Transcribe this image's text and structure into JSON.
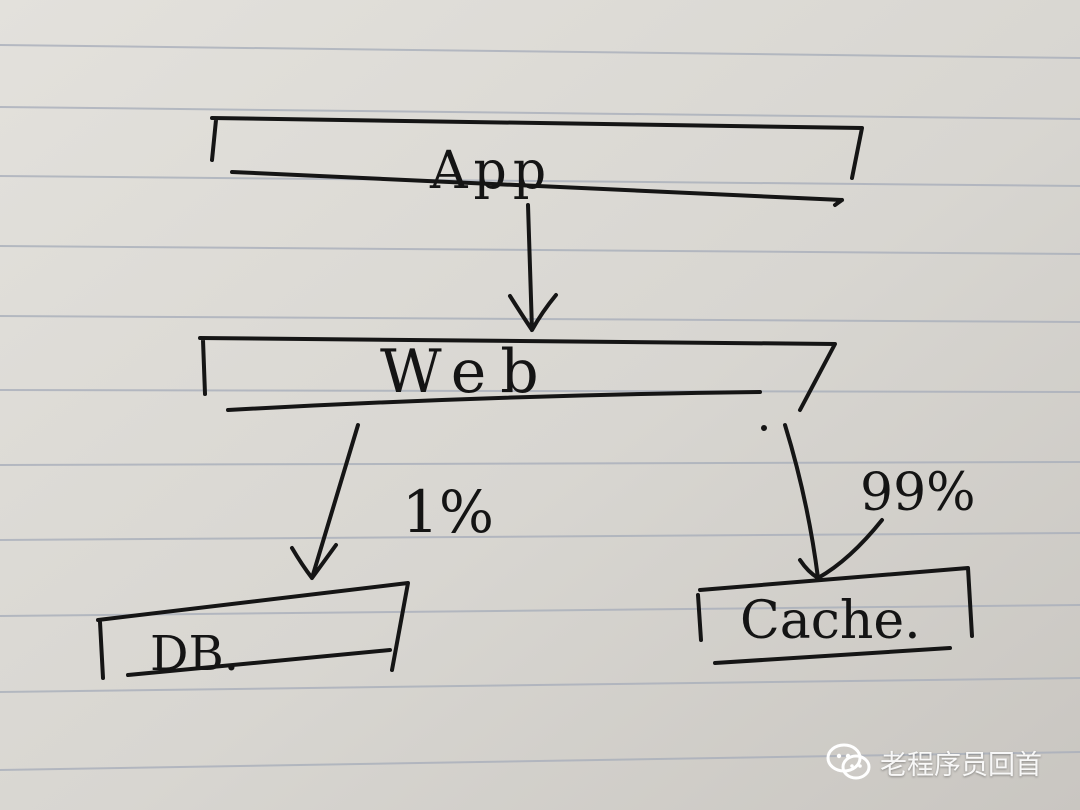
{
  "diagram": {
    "nodes": {
      "app": "App",
      "web": "Web",
      "db": "DB.",
      "cache": "Cache."
    },
    "edges": [
      {
        "from": "app",
        "to": "web",
        "label": ""
      },
      {
        "from": "web",
        "to": "db",
        "label": "1%"
      },
      {
        "from": "web",
        "to": "cache",
        "label": "99%"
      }
    ]
  },
  "watermark": {
    "text": "老程序员回首",
    "icon": "wechat-logo-icon"
  },
  "colors": {
    "paper": "#dcd9d4",
    "rule_line": "#a7aebb",
    "ink": "#151515"
  }
}
